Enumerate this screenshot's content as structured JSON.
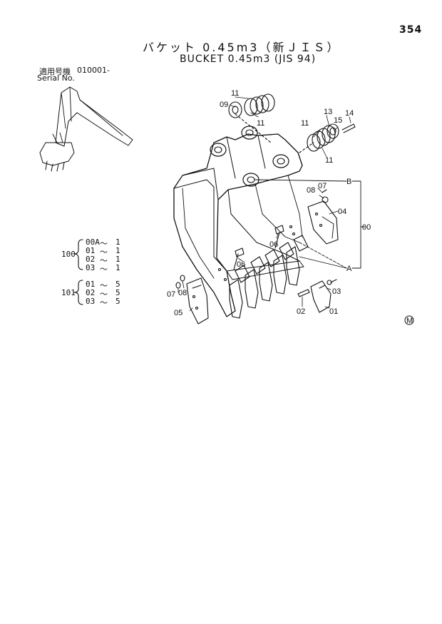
{
  "page": {
    "number": "354"
  },
  "title": {
    "japanese": "バケット 0.45m3（新ＪＩＳ）",
    "english": "BUCKET 0.45m3 (JIS 94)"
  },
  "serial": {
    "label_jp": "適用号機",
    "value": "010001-",
    "label_en": "Serial No."
  },
  "assembly_table": {
    "group_100": {
      "label": "100",
      "rows": [
        {
          "part": "00A",
          "qty": "1"
        },
        {
          "part": "01",
          "qty": "1"
        },
        {
          "part": "02",
          "qty": "1"
        },
        {
          "part": "03",
          "qty": "1"
        }
      ]
    },
    "group_101": {
      "label": "101",
      "rows": [
        {
          "part": "01",
          "qty": "5"
        },
        {
          "part": "02",
          "qty": "5"
        },
        {
          "part": "03",
          "qty": "5"
        }
      ]
    },
    "tilde": "～"
  },
  "callouts": {
    "p09": "09",
    "p11a": "11",
    "p11b": "11",
    "p11c": "11",
    "p11d": "11",
    "p13": "13",
    "p14": "14",
    "p15": "15",
    "ref_b": "B",
    "ref_a": "A",
    "p07a": "07",
    "p08a": "08",
    "p04": "04",
    "p00": "00",
    "p06a": "06",
    "p06b": "06",
    "p07b": "07",
    "p08b": "08",
    "p05": "05",
    "p03": "03",
    "p02": "02",
    "p01": "01"
  },
  "mark": "M"
}
